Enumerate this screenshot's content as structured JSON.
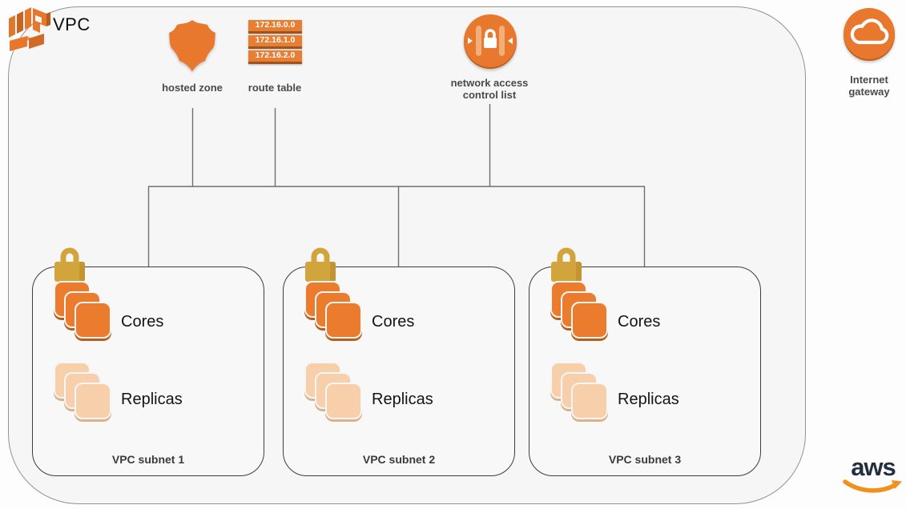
{
  "diagram": {
    "vpc_title": "VPC",
    "hosted_zone": {
      "label": "hosted zone"
    },
    "route_table": {
      "label": "route table",
      "routes": [
        "172.16.0.0",
        "172.16.1.0",
        "172.16.2.0"
      ]
    },
    "network_acl": {
      "label_line1": "network access",
      "label_line2": "control list"
    },
    "internet_gateway": {
      "label_line1": "Internet",
      "label_line2": "gateway"
    },
    "subnets": [
      {
        "name": "VPC subnet 1",
        "cores_label": "Cores",
        "replicas_label": "Replicas"
      },
      {
        "name": "VPC subnet 2",
        "cores_label": "Cores",
        "replicas_label": "Replicas"
      },
      {
        "name": "VPC subnet 3",
        "cores_label": "Cores",
        "replicas_label": "Replicas"
      }
    ],
    "aws_logo": {
      "text": "aws"
    },
    "colors": {
      "aws_orange": "#e8782e",
      "orange_shadow": "#b75f1a",
      "replica_peach": "#f7cfab",
      "lock_gold": "#d2a43c",
      "connector_gray": "#6f6f6f",
      "aws_navy": "#232f3e",
      "swoosh_orange": "#f3901d"
    }
  }
}
